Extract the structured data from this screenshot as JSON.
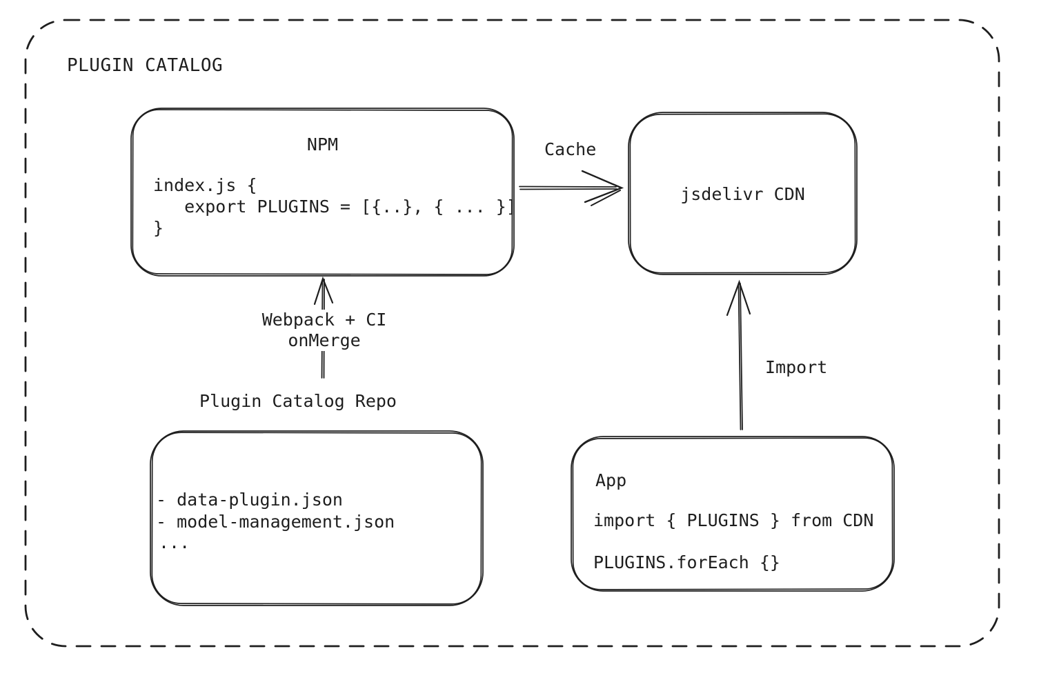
{
  "title": "PLUGIN CATALOG",
  "colors": {
    "stroke": "#1e1e1e",
    "background": "#ffffff"
  },
  "nodes": {
    "npm": {
      "title": "NPM",
      "code_lines": [
        "index.js {",
        "   export PLUGINS = [{..}, { ... }]",
        "}"
      ]
    },
    "cdn": {
      "label": "jsdelivr CDN"
    },
    "repo": {
      "heading": "Plugin Catalog Repo",
      "file_lines": [
        "- data-plugin.json",
        "- model-management.json",
        "..."
      ]
    },
    "app": {
      "title": "App",
      "code_lines": [
        "import { PLUGINS } from CDN",
        "PLUGINS.forEach {}"
      ]
    }
  },
  "edges": {
    "cache": {
      "label": "Cache"
    },
    "build": {
      "label": "Webpack + CI\nonMerge"
    },
    "import": {
      "label": "Import"
    }
  }
}
